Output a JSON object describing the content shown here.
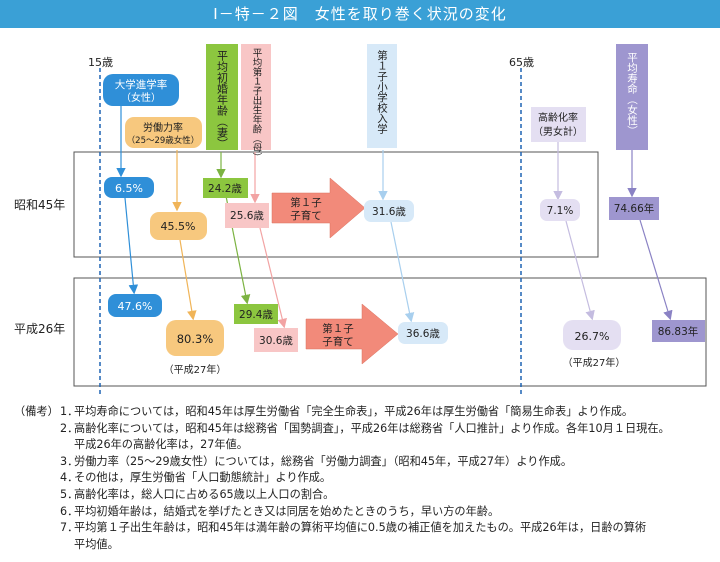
{
  "title": "Ⅰ－特－２図　女性を取り巻く状況の変化",
  "age_marks": {
    "start": "15歳",
    "end": "65歳"
  },
  "rows": {
    "r1": "昭和45年",
    "r2": "平成26年"
  },
  "headers": {
    "university": [
      "大学進学率",
      "（女性）"
    ],
    "labor": [
      "労働力率",
      "（25～29歳女性）"
    ],
    "first_marriage": "平均初婚年齢（妻）",
    "first_birth": "平均第１子出生年齢（母）",
    "school_entry": "第１子小学校入学",
    "aging": [
      "高齢化率",
      "（男女計）"
    ],
    "life_expectancy": "平均寿命（女性）"
  },
  "values_r1": {
    "university": "6.5%",
    "labor": "45.5%",
    "first_marriage": "24.2歳",
    "first_birth": "25.6歳",
    "school_entry": "31.6歳",
    "aging": "7.1%",
    "life_expectancy": "74.66年"
  },
  "values_r2": {
    "university": "47.6%",
    "labor": "80.3%",
    "first_marriage": "29.4歳",
    "first_birth": "30.6歳",
    "school_entry": "36.6歳",
    "aging": "26.7%",
    "life_expectancy": "86.83年"
  },
  "child_rearing": [
    "第１子",
    "子育て"
  ],
  "note_h27_labor": "（平成27年）",
  "note_h27_aging": "（平成27年）",
  "colors": {
    "blue": "#2f8fd8",
    "orange": "#f7c87e",
    "green": "#8cc63f",
    "pink": "#f8c6c6",
    "arrow": "#f28a7a",
    "lightblue": "#d7e9f8",
    "lavender": "#e4dff2",
    "purple": "#9e96cf"
  },
  "notes_prefix": "（備考）",
  "notes": [
    {
      "num": "1．",
      "text": "平均寿命については，昭和45年は厚生労働省「完全生命表」，平成26年は厚生労働省「簡易生命表」より作成。"
    },
    {
      "num": "2．",
      "text": "高齢化率については，昭和45年は総務省「国勢調査」，平成26年は総務省「人口推計」より作成。各年10月１日現在。",
      "cont": "平成26年の高齢化率は，27年値。"
    },
    {
      "num": "3．",
      "text": "労働力率（25～29歳女性）については，総務省「労働力調査」（昭和45年，平成27年）より作成。"
    },
    {
      "num": "4．",
      "text": "その他は，厚生労働省「人口動態統計」より作成。"
    },
    {
      "num": "5．",
      "text": "高齢化率は，総人口に占める65歳以上人口の割合。"
    },
    {
      "num": "6．",
      "text": "平均初婚年齢は，結婚式を挙げたとき又は同居を始めたときのうち，早い方の年齢。"
    },
    {
      "num": "7．",
      "text": "平均第１子出生年齢は，昭和45年は満年齢の算術平均値に0.5歳の補正値を加えたもの。平成26年は，日齢の算術",
      "cont": "平均値。"
    }
  ]
}
